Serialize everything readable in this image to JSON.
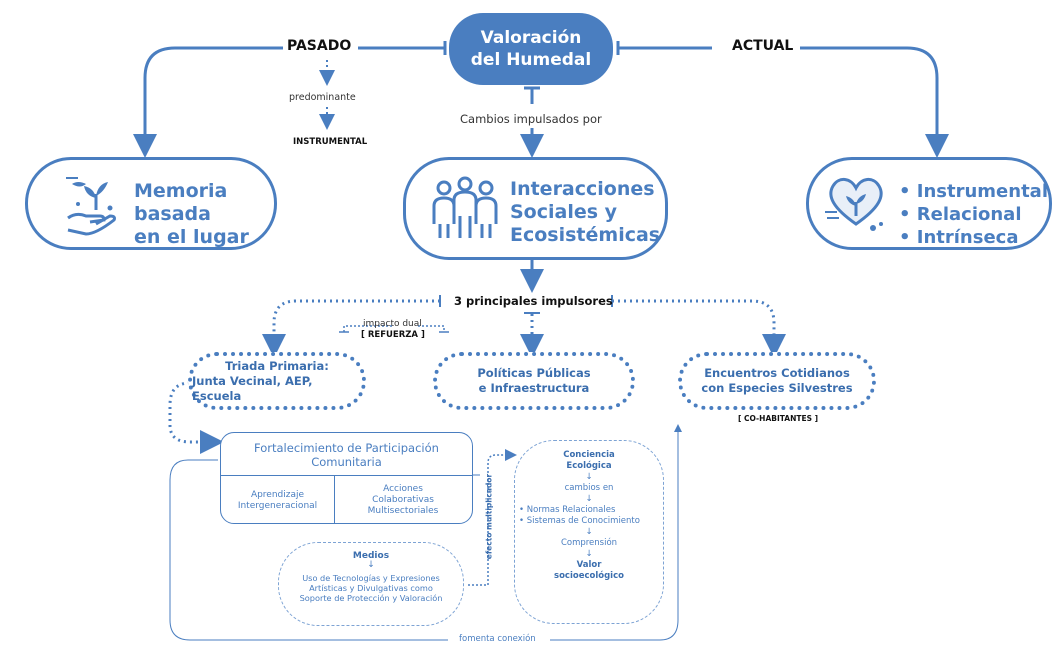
{
  "top": {
    "valoracion": [
      "Valoración",
      "del Humedal"
    ],
    "pasado": "PASADO",
    "actual": "ACTUAL",
    "predominante": "predominante",
    "instrumental": "INSTRUMENTAL",
    "cambios": "Cambios impulsados por"
  },
  "memoria": {
    "lines": [
      "Memoria",
      "basada",
      "en el lugar"
    ],
    "icon": "hand-plant-icon"
  },
  "interacciones": {
    "lines": [
      "Interacciones",
      "Sociales y",
      "Ecosistémicas"
    ],
    "icon": "people-group-icon"
  },
  "actual_box": {
    "items": [
      "• Instrumental",
      "• Relacional",
      "• Intrínseca"
    ],
    "icon": "heart-plant-icon"
  },
  "impulsores": {
    "title": "3 principales impulsores",
    "impacto_dual": "impacto dual",
    "refuerza": "[ REFUERZA ]",
    "triada": [
      "Triada Primaria:",
      "Junta Vecinal, AEP, Escuela"
    ],
    "politicas": [
      "Políticas Públicas",
      "e Infraestructura"
    ],
    "encuentros": [
      "Encuentros Cotidianos",
      "con Especies Silvestres"
    ],
    "cohabitantes": "[ CO-HABITANTES ]"
  },
  "fortalecimiento": {
    "title": [
      "Fortalecimiento de Participación",
      "Comunitaria"
    ],
    "aprendizaje": [
      "Aprendizaje",
      "Intergeneracional"
    ],
    "acciones": [
      "Acciones",
      "Colaborativas",
      "Multisectoriales"
    ]
  },
  "medios": {
    "title": "Medios",
    "arrow": "↓",
    "lines": [
      "Uso de Tecnologías y Expresiones",
      "Artísticas y Divulgativas como",
      "Soporte de Protección y Valoración"
    ]
  },
  "efecto": "efecto multiplicador",
  "conciencia": {
    "title": [
      "Conciencia",
      "Ecológica"
    ],
    "arrow": "↓",
    "cambios_en": "cambios en",
    "normas": "• Normas Relacionales",
    "sistemas": "• Sistemas de Conocimiento",
    "comprension": "Comprensión",
    "valor": [
      "Valor",
      "socioecológico"
    ]
  },
  "fomenta": "fomenta conexión",
  "colors": {
    "accent": "#4a7ec0",
    "text": "#111111"
  }
}
